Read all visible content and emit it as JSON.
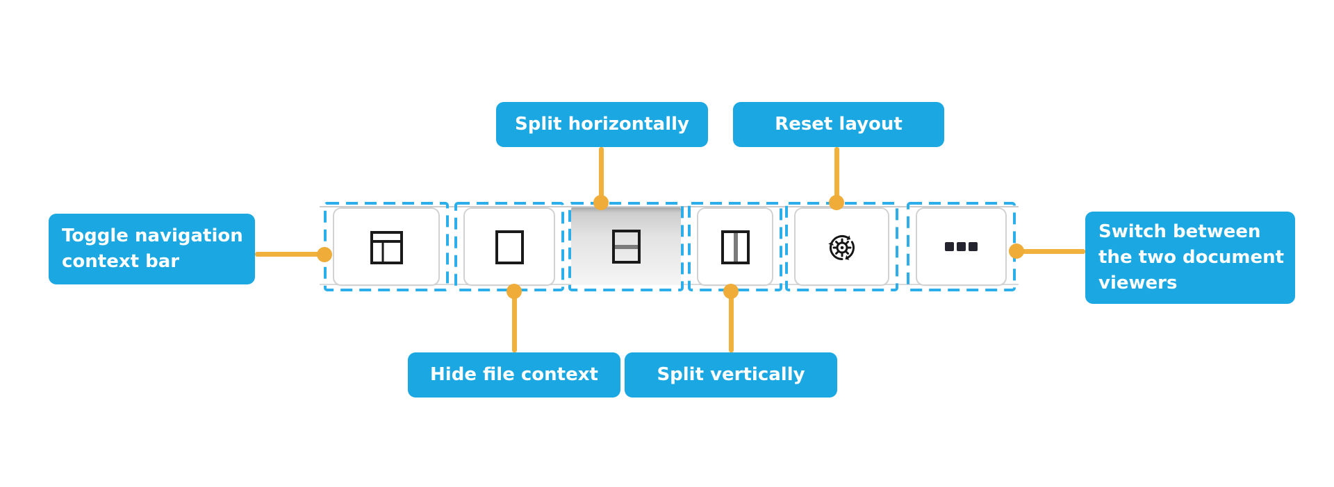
{
  "callouts": {
    "toggle_nav": {
      "text": "Toggle navigation context bar",
      "lines": [
        "Toggle navigation",
        "context bar"
      ]
    },
    "split_h": {
      "text": "Split horizontally"
    },
    "reset": {
      "text": "Reset layout"
    },
    "hide_file": {
      "text": "Hide file context"
    },
    "split_v": {
      "text": "Split vertically"
    },
    "switch_viewers": {
      "text": "Switch between the two document viewers",
      "lines": [
        "Switch between",
        "the two document",
        "viewers"
      ]
    }
  },
  "toolbar": {
    "buttons": [
      {
        "icon": "nav-context-layout-icon",
        "label": "Toggle navigation context bar",
        "state": "normal"
      },
      {
        "icon": "single-pane-icon",
        "label": "Hide file context",
        "state": "normal"
      },
      {
        "icon": "split-horizontal-icon",
        "label": "Split horizontally",
        "state": "active"
      },
      {
        "icon": "split-vertical-icon",
        "label": "Split vertically",
        "state": "normal"
      },
      {
        "icon": "reset-layout-icon",
        "label": "Reset layout",
        "state": "normal"
      },
      {
        "icon": "ellipsis-icon",
        "label": "Switch between the two document viewers",
        "state": "normal"
      }
    ]
  },
  "colors": {
    "callout_background": "#1BA8E2",
    "dashed_highlight": "#2BAEE9",
    "connector": "#F1B13D",
    "active_button_gray": "#d9d9d9",
    "icon_dark": "#1a1a1a"
  }
}
